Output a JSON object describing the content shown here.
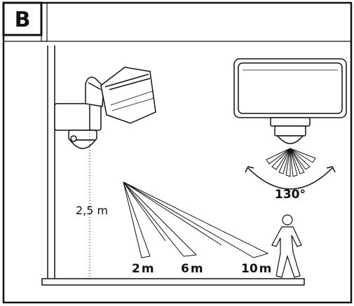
{
  "panel": {
    "letter": "B"
  },
  "mounting": {
    "height_label": "2,5 m"
  },
  "detection_angle": {
    "label": "130°"
  },
  "distances": [
    {
      "num": "2",
      "unit": "m"
    },
    {
      "num": "6",
      "unit": "m"
    },
    {
      "num": "10",
      "unit": "m"
    }
  ],
  "colors": {
    "line": "#111111",
    "body": "#ffffff"
  }
}
